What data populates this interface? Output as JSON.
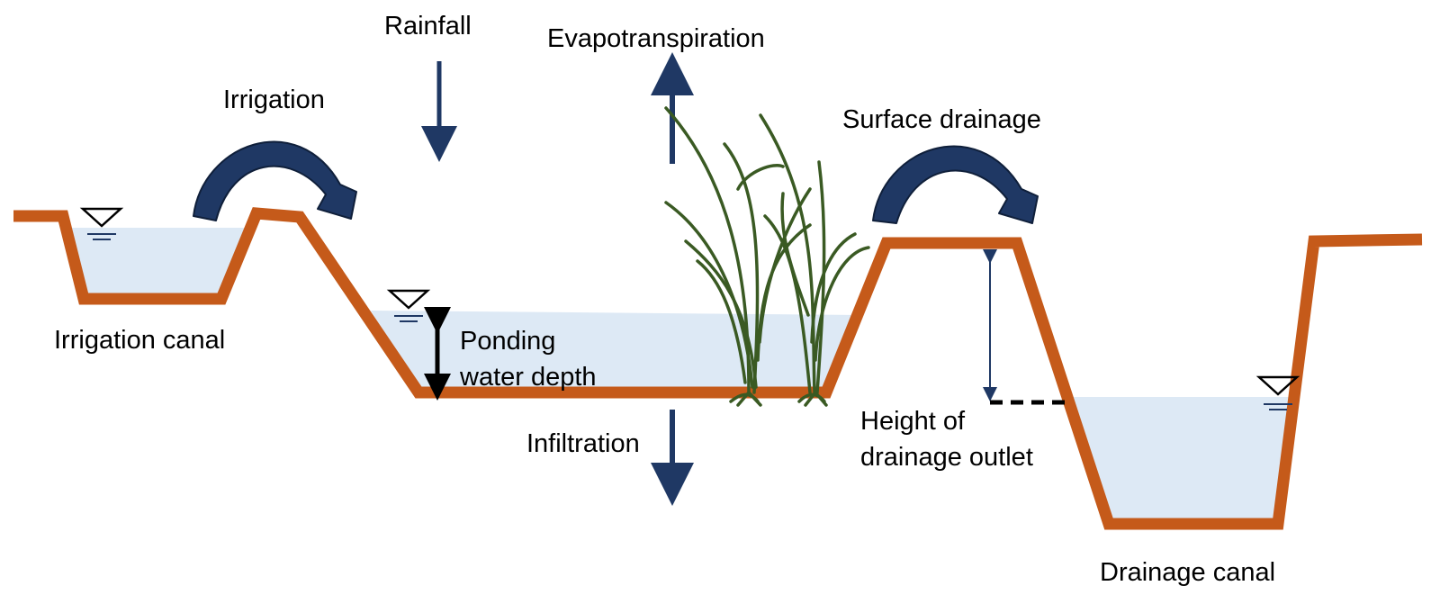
{
  "labels": {
    "rainfall": "Rainfall",
    "evapotranspiration": "Evapotranspiration",
    "irrigation": "Irrigation",
    "surface_drainage": "Surface drainage",
    "irrigation_canal": "Irrigation canal",
    "ponding_line1": "Ponding",
    "ponding_line2": "water depth",
    "infiltration": "Infiltration",
    "outlet_line1": "Height of",
    "outlet_line2": "drainage outlet",
    "drainage_canal": "Drainage canal"
  },
  "colors": {
    "soil": "#c55a1a",
    "water": "#dde9f5",
    "arrow": "#1f3864",
    "plant": "#3a5a23",
    "text": "#000000"
  }
}
